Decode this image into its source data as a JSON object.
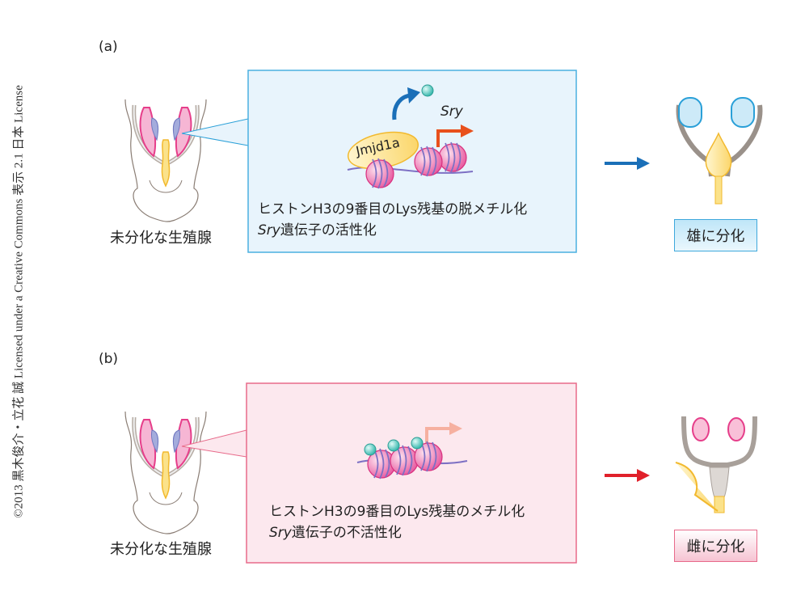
{
  "copyright": "©2013 黒木俊介・立花 誠 Licensed under a Creative Commons 表示 2.1 日本 License",
  "panels": [
    {
      "label": "(a)",
      "gonad_caption": "未分化な生殖腺",
      "enzyme_label": "Jmjd1a",
      "gene_label": "Sry",
      "text_line1": "ヒストンH3の9番目のLys残基の脱メチル化",
      "text_line2_gene": "Sry",
      "text_line2_rest": "遺伝子の活性化",
      "result": "雄に分化",
      "color": "#1a6fb8"
    },
    {
      "label": "(b)",
      "gonad_caption": "未分化な生殖腺",
      "text_line1": "ヒストンH3の9番目のLys残基のメチル化",
      "text_line2_gene": "Sry",
      "text_line2_rest": "遺伝子の不活性化",
      "result": "雌に分化",
      "color": "#e0202a"
    }
  ]
}
